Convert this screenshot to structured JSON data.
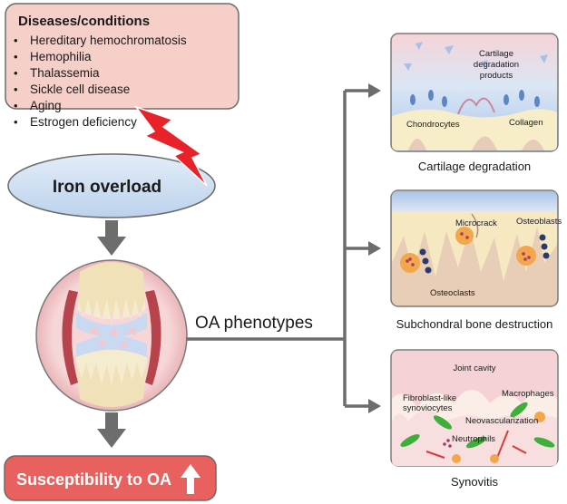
{
  "diseases": {
    "title": "Diseases/conditions",
    "items": [
      "Hereditary hemochromatosis",
      "Hemophilia",
      "Thalassemia",
      "Sickle cell disease",
      "Aging",
      "Estrogen deficiency"
    ]
  },
  "iron_overload": "Iron overload",
  "oa_phenotypes": "OA phenotypes",
  "susceptibility": "Susceptibility to OA",
  "cartilage": {
    "caption": "Cartilage degradation",
    "products_line1": "Cartilage",
    "products_line2": "degradation",
    "products_line3": "products",
    "chondrocytes": "Chondrocytes",
    "collagen": "Collagen"
  },
  "bone": {
    "caption": "Subchondral bone destruction",
    "microcrack": "Microcrack",
    "osteoblasts": "Osteoblasts",
    "osteoclasts": "Osteoclasts"
  },
  "synovitis": {
    "caption": "Synovitis",
    "joint_cavity": "Joint cavity",
    "fibroblast_line1": "Fibroblast-like",
    "fibroblast_line2": "synoviocytes",
    "macrophages": "Macrophages",
    "neovascularization": "Neovascularization",
    "neutrophils": "Neutrophils"
  },
  "colors": {
    "disease_fill": "#f7cfc9",
    "iron_fill": "#cfe0f2",
    "susceptibility_fill": "#e8615e",
    "arrow_gray": "#6d6d6d",
    "lightning": "#e8222a"
  }
}
